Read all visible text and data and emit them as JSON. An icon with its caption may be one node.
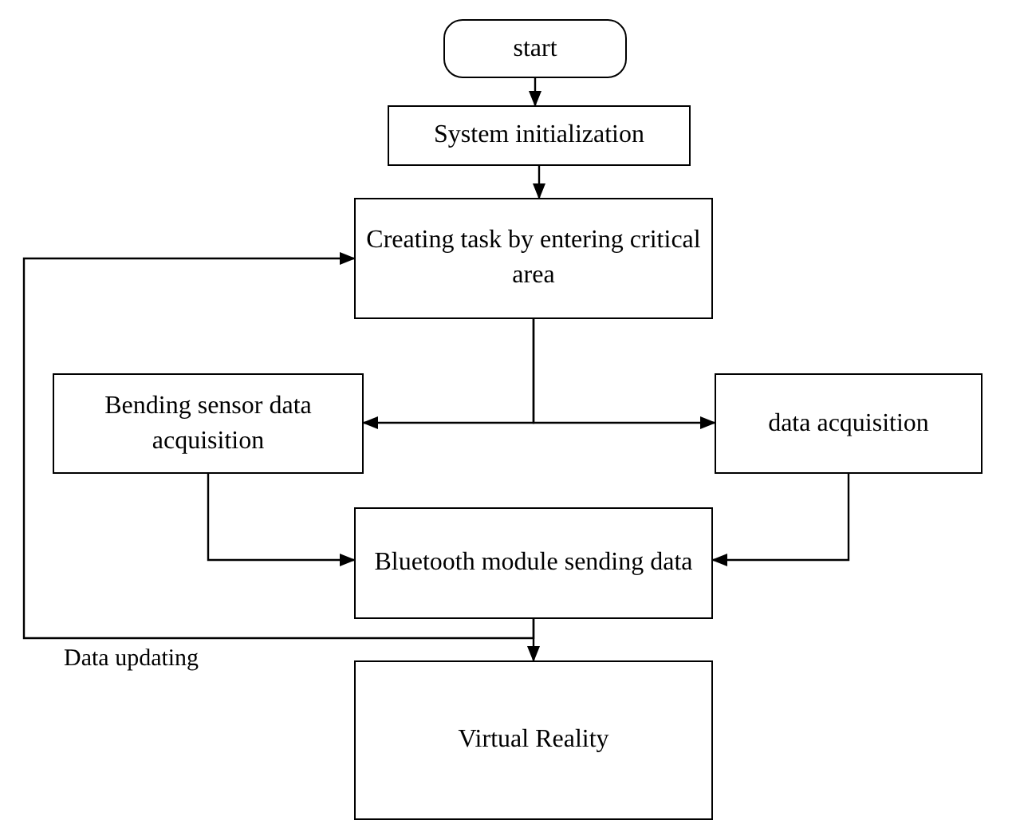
{
  "diagram": {
    "nodes": [
      {
        "text": [
          "start"
        ]
      },
      {
        "text": [
          "System initialization"
        ]
      },
      {
        "text": [
          "Creating task by entering critical area"
        ]
      },
      {
        "text": [
          "Bending sensor data acquisition"
        ]
      },
      {
        "text": [
          "data acquisition"
        ]
      },
      {
        "text": [
          "Bluetooth module sending data"
        ]
      },
      {
        "text": [
          "Virtual Reality"
        ]
      }
    ],
    "edges": [
      {
        "from": 0,
        "to": 1,
        "arrow": "to"
      },
      {
        "from": 1,
        "to": 2,
        "arrow": "to"
      },
      {
        "from": 2,
        "to": 3,
        "arrow": "to"
      },
      {
        "from": 2,
        "to": 4,
        "arrow": "to"
      },
      {
        "from": 3,
        "to": 5,
        "arrow": "to"
      },
      {
        "from": 4,
        "to": 5,
        "arrow": "to"
      },
      {
        "from": 5,
        "to": 6,
        "arrow": "to"
      },
      {
        "from": 5,
        "to": 2,
        "arrow": "to",
        "label": "Data updating"
      }
    ]
  }
}
